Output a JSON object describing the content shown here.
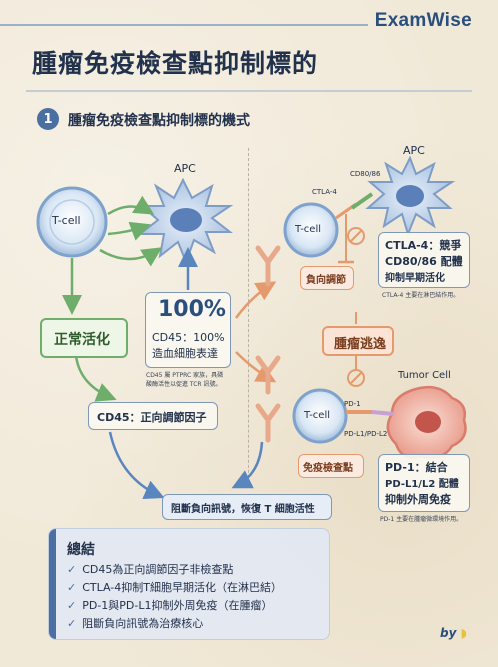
{
  "brand": "ExamWise",
  "title": "腫瘤免疫檢查點抑制標的",
  "section": {
    "number": "1",
    "title": "腫瘤免疫檢查點抑制標的機式"
  },
  "left": {
    "tcell": "T-cell",
    "apc": "APC",
    "normal": "正常活化",
    "big_percent": "100%",
    "cd45_line1": "CD45：100%",
    "cd45_line2": "造血細胞表達",
    "note_line1": "CD45 屬 PTPRC 家族，具磷",
    "note_line2": "酸酶活性以促進 TCR 訊號。",
    "cd45_factor": "CD45：正向調節因子"
  },
  "right": {
    "apc": "APC",
    "cd8086": "CD80/86",
    "ctla4": "CTLA-4",
    "tcell_top": "T-cell",
    "neg_reg": "負向調節",
    "ctla_box_line1": "CTLA-4：競爭",
    "ctla_box_line2": "CD80/86 配體",
    "ctla_box_line3": "抑制早期活化",
    "ctla_note": "CTLA-4 主要在淋巴結作用。",
    "escape": "腫瘤逃逸",
    "tumor_cell": "Tumor Cell",
    "pd1": "PD-1",
    "pdl": "PD-L1/PD-L2",
    "tcell_bottom": "T-cell",
    "immune_cp": "免疫檢查點",
    "pd_box_line1": "PD-1：結合",
    "pd_box_line2": "PD-L1/L2 配體",
    "pd_box_line3": "抑制外周免疫",
    "pd_note": "PD-1 主要在腫瘤微環境作用。"
  },
  "block_label": "阻斷負向訊號，恢復 T 細胞活性",
  "summary": {
    "title": "總結",
    "items": [
      "CD45為正向調節因子非檢查點",
      "CTLA-4抑制T細胞早期活化（在淋巴結）",
      "PD-1與PD-L1抑制外周免疫（在腫瘤）",
      "阻斷負向訊號為治療核心"
    ]
  },
  "signature": "by"
}
